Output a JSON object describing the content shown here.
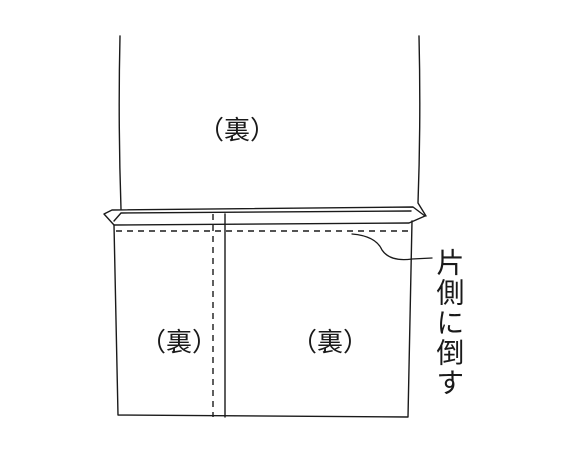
{
  "diagram": {
    "top_panel_label": "（裏）",
    "bottom_left_label": "（裏）",
    "bottom_right_label": "（裏）",
    "callout_text": "片側に倒す"
  },
  "colors": {
    "line": "#1a1a1a",
    "background": "#ffffff"
  }
}
